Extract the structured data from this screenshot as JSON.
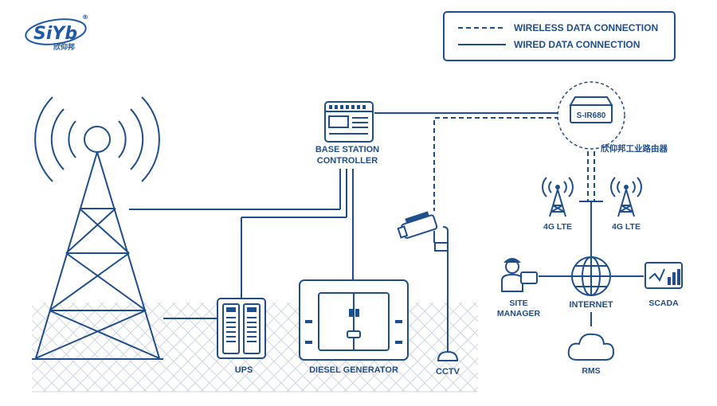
{
  "logo": {
    "brand": "SiYb",
    "reg": "®",
    "cn": "欣仰邦"
  },
  "legend": {
    "wireless": "WIRELESS DATA CONNECTION",
    "wired": "WIRED DATA CONNECTION"
  },
  "nodes": {
    "bsc_line1": "BASE STATION",
    "bsc_line2": "CONTROLLER",
    "ups": "UPS",
    "generator": "DIESEL GENERATOR",
    "cctv": "CCTV",
    "router_model": "S-IR680",
    "router_cn": "欣仰邦工业路由器",
    "lte_left": "4G LTE",
    "lte_right": "4G LTE",
    "site_line1": "SITE",
    "site_line2": "MANAGER",
    "internet": "INTERNET",
    "scada": "SCADA",
    "rms": "RMS"
  },
  "colors": {
    "primary": "#1f4e8c",
    "logo": "#1f5aa6",
    "mesh": "#cfd6e2"
  }
}
